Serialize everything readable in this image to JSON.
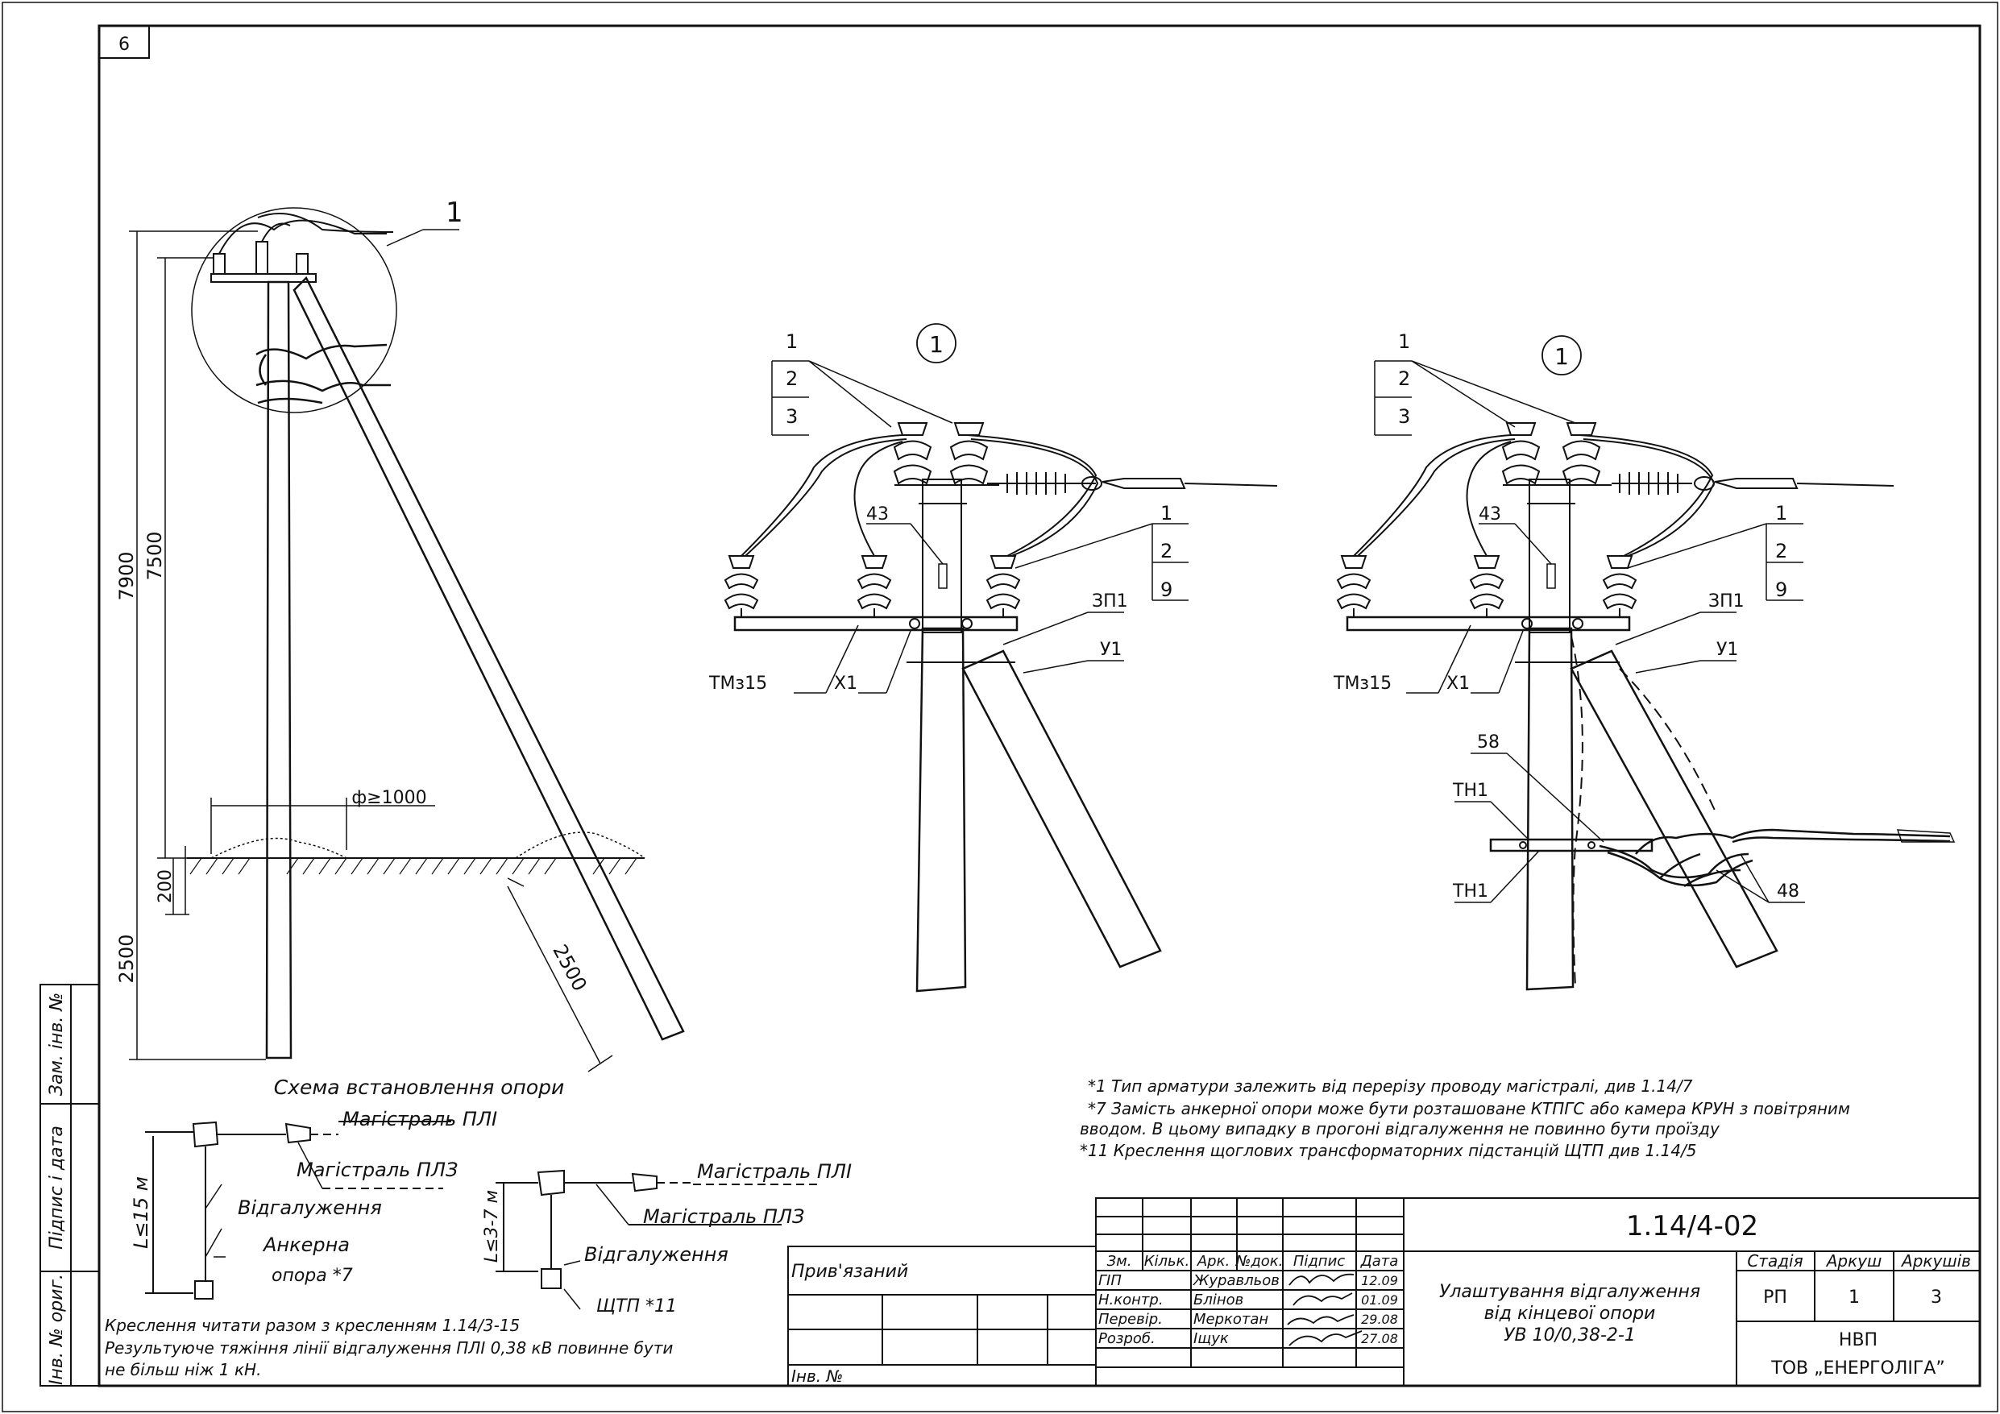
{
  "sheet": {
    "page_number": "6",
    "drawing_code": "1.14/4-02",
    "title_lines": [
      "Улаштування відгалуження",
      "від кінцевої опори",
      "УВ 10/0,38-2-1"
    ],
    "organization_lines": [
      "НВП",
      "ТОВ „ЕНЕРГОЛІГА”"
    ],
    "stage_header": "Стадія",
    "sheet_header": "Аркуш",
    "sheets_header": "Аркушів",
    "stage_value": "РП",
    "sheet_value": "1",
    "sheets_value": "3"
  },
  "side_stamp": [
    "Зам. інв. №",
    "Підпис і дата",
    "Інв. № ориг."
  ],
  "binding": {
    "privyazaniy": "Прив'язаний",
    "inv_no": "Інв. №"
  },
  "signatures": {
    "headers": [
      "Зм.",
      "Кільк.",
      "Арк.",
      "№док.",
      "Підпис",
      "Дата"
    ],
    "rows": [
      {
        "role": "ГІП",
        "name": "Журавльов",
        "date": "12.09"
      },
      {
        "role": "Н.контр.",
        "name": "Блінов",
        "date": "01.09"
      },
      {
        "role": "Перевір.",
        "name": "Меркотан",
        "date": "29.08"
      },
      {
        "role": "Розроб.",
        "name": "Іщук",
        "date": "27.08"
      }
    ]
  },
  "notes": {
    "n1": "*1 Тип арматури залежить від перерізу проводу магістралі, див 1.14/7",
    "n7a": "*7 Замість анкерної опори може бути розташоване КТПГС або камера КРУН з повітряним",
    "n7b": "вводом. В цьому випадку в прогоні відгалуження не повинно бути проїзду",
    "n11": "*11   Креслення щоглових трансформаторних підстанцій ЩТП див 1.14/5",
    "bottom1": "Креслення читати разом з кресленням 1.14/3-15",
    "bottom2": "Результуюче тяжіння лінії відгалуження ПЛІ 0,38 кВ повинне бути",
    "bottom3": "не більш ніж 1 кН."
  },
  "install": {
    "caption": "Схема встановлення опори",
    "dim_7900": "7900",
    "dim_7500": "7500",
    "dim_2500": "2500",
    "dim_200": "200",
    "dim_2500_strut": "2500",
    "dim_diameter": "ф≥1000",
    "callout": "1"
  },
  "scheme1": {
    "main_pli": "Магістраль ПЛІ",
    "main_plz": "Магістраль ПЛЗ",
    "branch": "Відгалуження",
    "anchor1": "Анкерна",
    "anchor2": "опора *7",
    "length": "L≤15 м"
  },
  "scheme2": {
    "main_pli": "Магістраль ПЛІ",
    "main_plz": "Магістраль ПЛЗ",
    "branch": "Відгалуження",
    "shtp": "ЩТП *11",
    "length": "L≤3-7 м"
  },
  "view_a": {
    "circle": "1",
    "tags_left": [
      "1",
      "2",
      "3"
    ],
    "tags_right": [
      "1",
      "2",
      "9"
    ],
    "tag_43": "43",
    "tag_zp1": "ЗП1",
    "tag_u1": "У1",
    "tag_tmz15": "ТМз15",
    "tag_x1": "Х1"
  },
  "view_b": {
    "circle": "1",
    "tags_left": [
      "1",
      "2",
      "3"
    ],
    "tags_right": [
      "1",
      "2",
      "9"
    ],
    "tag_43": "43",
    "tag_zp1": "ЗП1",
    "tag_u1": "У1",
    "tag_tmz15": "ТМз15",
    "tag_x1": "Х1",
    "tag_58": "58",
    "tag_tn1_top": "ТН1",
    "tag_tn1_bottom": "ТН1",
    "tag_48": "48"
  }
}
